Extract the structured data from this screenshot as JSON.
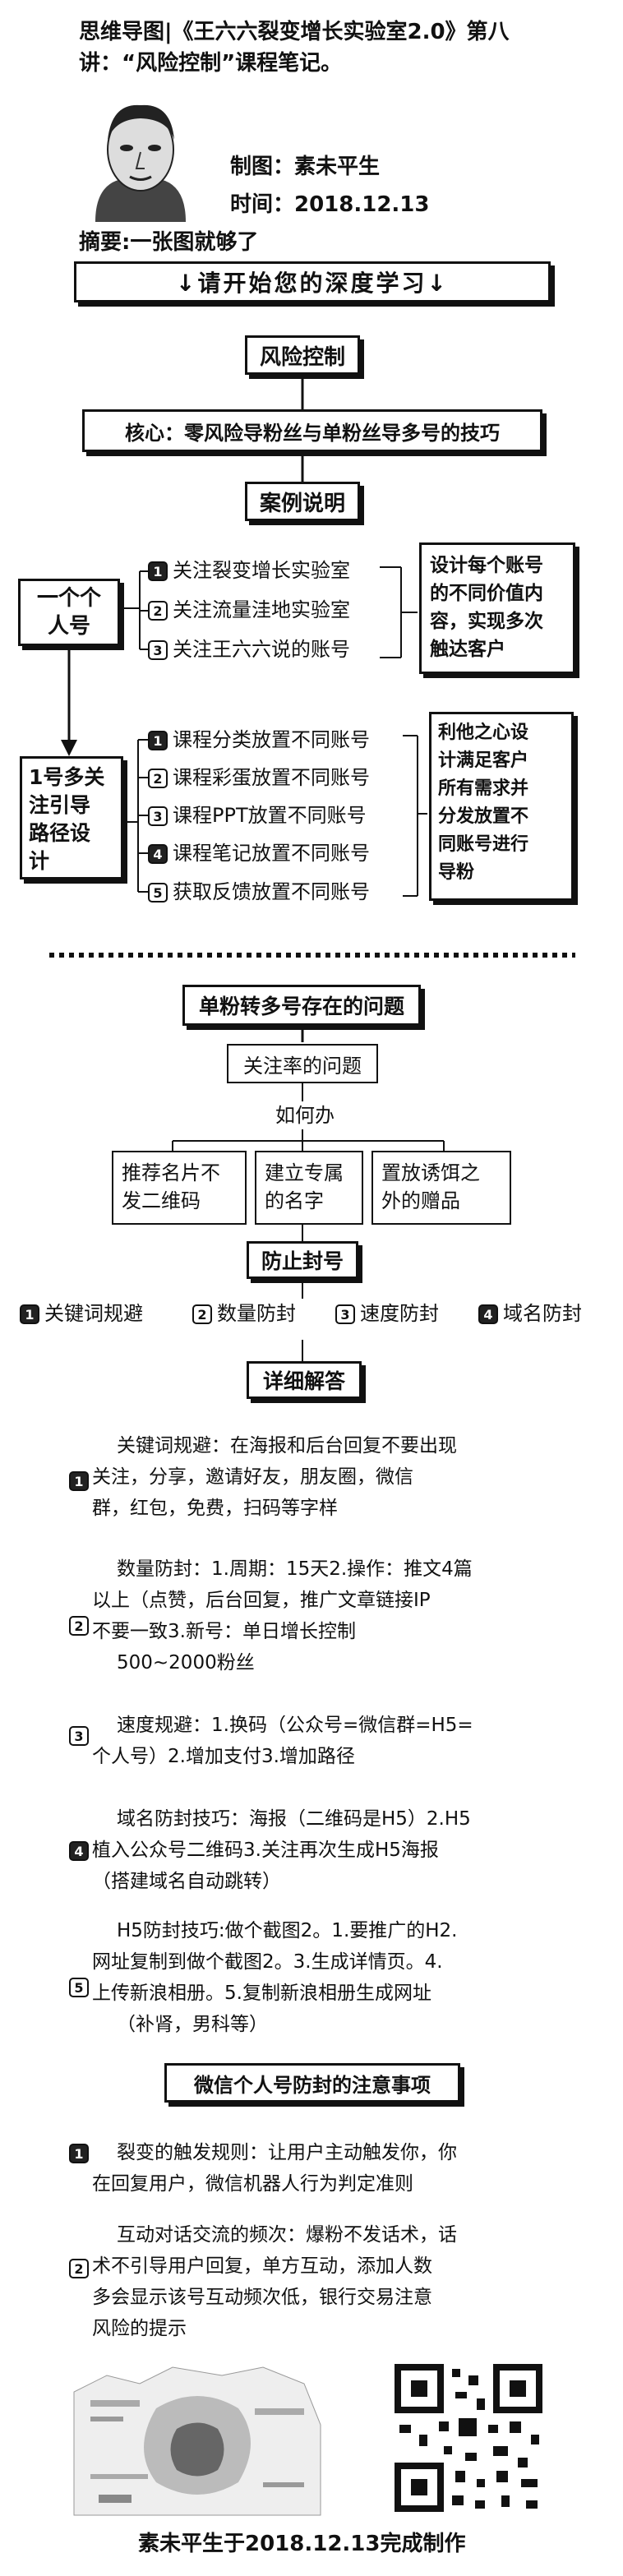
{
  "header": {
    "title": "思维导图|《王六六裂变增长实验室2.0》第八讲：“风险控制”课程笔记。",
    "title_line1": "思维导图|《王六六裂变增长实验室2.0》第八",
    "title_line2": "讲：“风险控制”课程笔记。",
    "author": "制图：素未平生",
    "date": "时间：2018.12.13",
    "abstract": "摘要:一张图就够了",
    "banner": "↓请开始您的深度学习↓"
  },
  "main_title": "风险控制",
  "core": "核心：零风险导粉丝与单粉丝导多号的技巧",
  "section_case": "案例说明",
  "node_one_person": "一个个人号",
  "node_one_person_lines": [
    "一个个",
    "人号"
  ],
  "accounts": [
    {
      "num": "1",
      "label": "关注裂变增长实验室"
    },
    {
      "num": "2",
      "label": "关注流量洼地实验室"
    },
    {
      "num": "3",
      "label": "关注王六六说的账号"
    }
  ],
  "accounts_note_lines": [
    "设计每个账号",
    "的不同价值内",
    "容，实现多次",
    "触达客户"
  ],
  "node_path": "1号多关注引导路径设计",
  "node_path_lines": [
    "1号多关",
    "注引导",
    "路径设",
    "计"
  ],
  "courses": [
    {
      "num": "1",
      "label": "课程分类放置不同账号"
    },
    {
      "num": "2",
      "label": "课程彩蛋放置不同账号"
    },
    {
      "num": "3",
      "label": "课程PPT放置不同账号"
    },
    {
      "num": "4",
      "label": "课程笔记放置不同账号"
    },
    {
      "num": "5",
      "label": "获取反馈放置不同账号"
    }
  ],
  "courses_note_lines": [
    "利他之心设",
    "计满足客户",
    "所有需求并",
    "分发放置不",
    "同账号进行",
    "导粉"
  ],
  "section_problem": "单粉转多号存在的问题",
  "attention_problem": "关注率的问题",
  "how_to": "如何办",
  "solutions": [
    {
      "lines": [
        "推荐名片不",
        "发二维码"
      ]
    },
    {
      "lines": [
        "建立专属",
        "的名字"
      ]
    },
    {
      "lines": [
        "置放诱饵之",
        "外的赠品"
      ]
    }
  ],
  "anti_block": "防止封号",
  "anti_items": [
    {
      "num": "1",
      "label": "关键词规避"
    },
    {
      "num": "2",
      "label": "数量防封"
    },
    {
      "num": "3",
      "label": "速度防封"
    },
    {
      "num": "4",
      "label": "域名防封"
    }
  ],
  "section_detail": "详细解答",
  "details": [
    {
      "num": "1",
      "lines": [
        "关键词规避：在海报和后台回复不要出现",
        "关注，分享，邀请好友，朋友圈，微信",
        "群，红包，免费，扫码等字样"
      ]
    },
    {
      "num": "2",
      "lines": [
        "数量防封：1.周期：15天2.操作：推文4篇",
        "以上（点赞，后台回复，推广文章链接IP",
        "不要一致3.新号：单日增长控制",
        "500~2000粉丝"
      ]
    },
    {
      "num": "3",
      "lines": [
        "速度规避：1.换码（公众号=微信群=H5=",
        "个人号）2.增加支付3.增加路径"
      ]
    },
    {
      "num": "4",
      "lines": [
        "域名防封技巧：海报（二维码是H5）2.H5",
        "植入公众号二维码3.关注再次生成H5海报",
        "（搭建域名自动跳转）"
      ]
    },
    {
      "num": "5",
      "lines": [
        "H5防封技巧:做个截图2。1.要推广的H2.",
        "网址复制到做个截图2。3.生成详情页。4.",
        "上传新浪相册。5.复制新浪相册生成网址",
        "（补肾，男科等）"
      ]
    }
  ],
  "section_wechat": "微信个人号防封的注意事项",
  "wechat_notes": [
    {
      "num": "1",
      "lines": [
        "裂变的触发规则：让用户主动触发你，你",
        "在回复用户，微信机器人行为判定准则"
      ]
    },
    {
      "num": "2",
      "lines": [
        "互动对话交流的频次：爆粉不发话术，话",
        "术不引导用户回复，单方互动，添加人数",
        "多会显示该号互动频次低，银行交易注意",
        "风险的提示"
      ]
    }
  ],
  "footer": "素未平生于2018.12.13完成制作",
  "icons": {
    "portrait": "portrait-sketch-icon",
    "word_cloud": "word-cloud-image",
    "qr": "qr-code-icon"
  }
}
